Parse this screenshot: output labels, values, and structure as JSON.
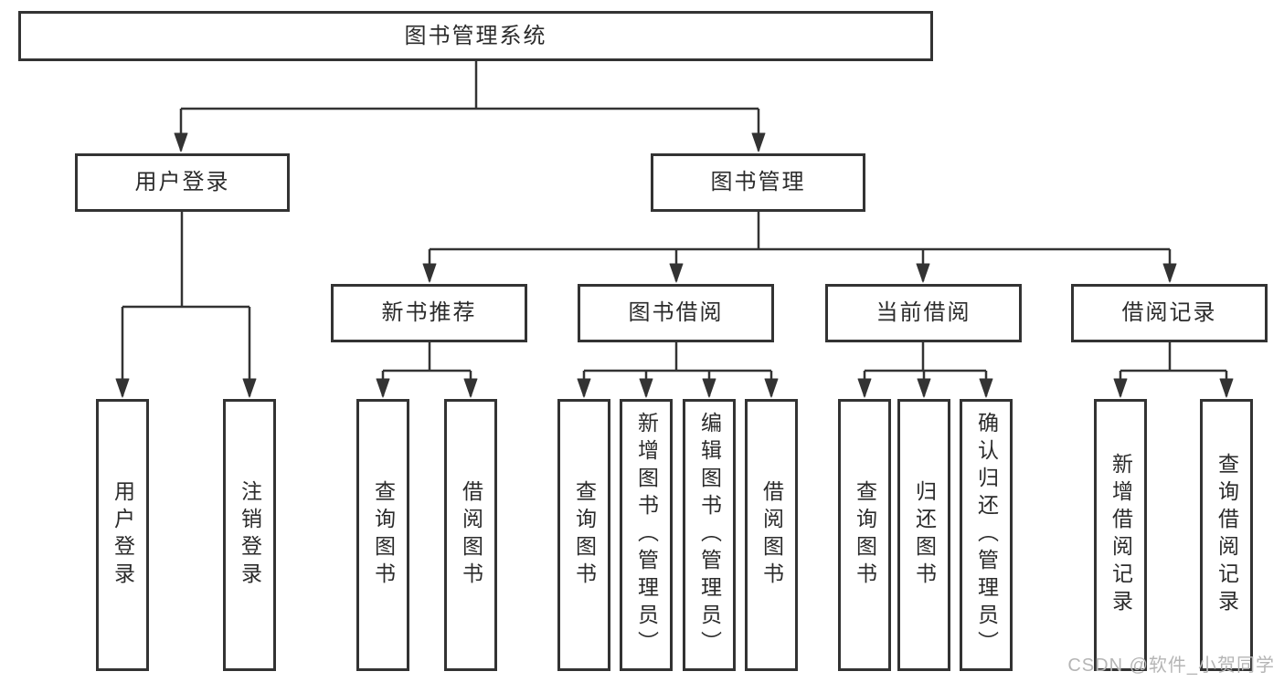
{
  "diagram": {
    "type": "tree",
    "root": "图书管理系统",
    "level2": [
      "用户登录",
      "图书管理"
    ],
    "login_children": [
      "用户登录",
      "注销登录"
    ],
    "level3": [
      "新书推荐",
      "图书借阅",
      "当前借阅",
      "借阅记录"
    ],
    "leaves": {
      "new_book": [
        "查询图书",
        "借阅图书"
      ],
      "book_borrow": [
        "查询图书",
        "新增图书（管理员）",
        "编辑图书（管理员）",
        "借阅图书"
      ],
      "current_borrow": [
        "查询图书",
        "归还图书",
        "确认归还（管理员）"
      ],
      "borrow_records": [
        "新增借阅记录",
        "查询借阅记录"
      ]
    }
  },
  "watermark": "CSDN @软件_小贺同学",
  "colors": {
    "line": "#333333",
    "box_border": "#333333",
    "text": "#2b2b2b",
    "watermark": "#b5b5b5",
    "background": "#ffffff"
  }
}
